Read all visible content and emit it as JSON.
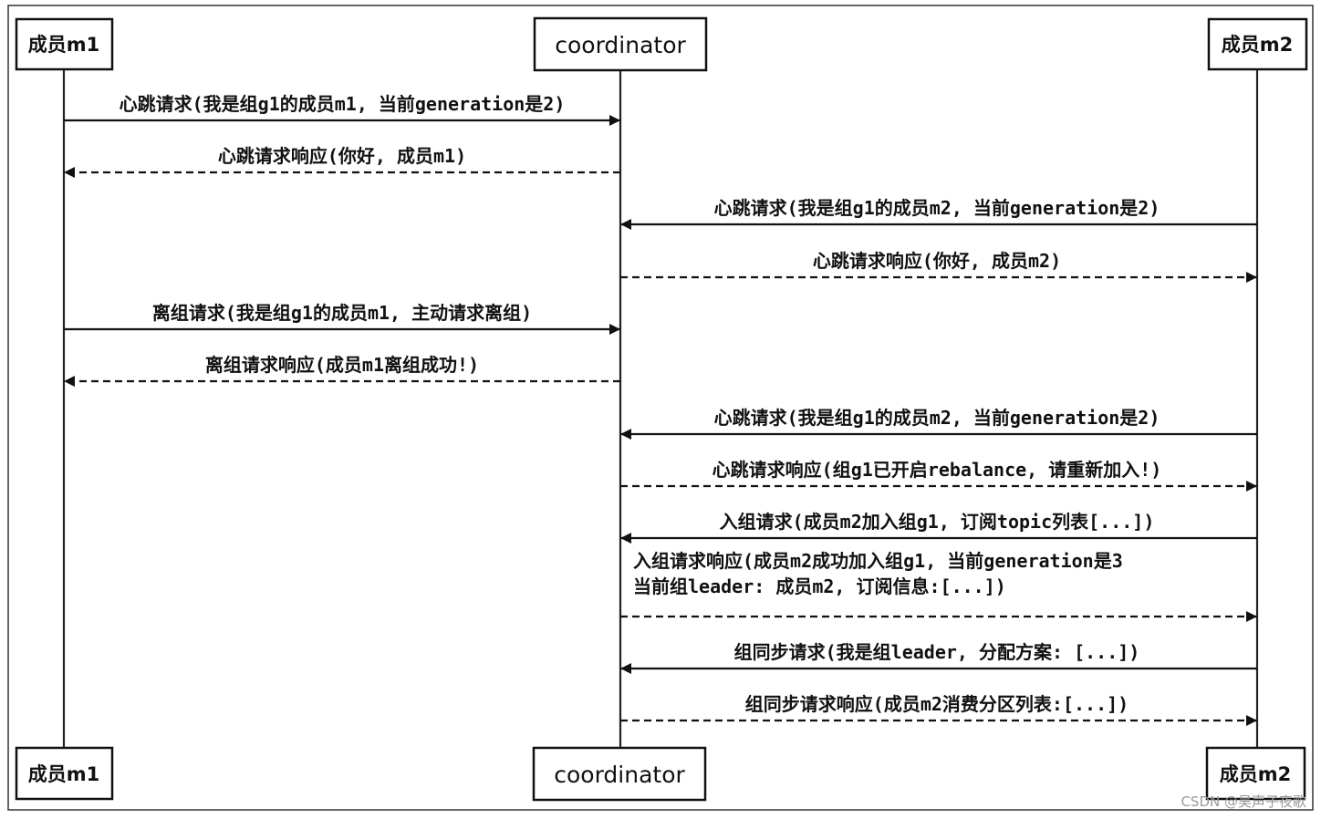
{
  "participants": {
    "m1": "成员m1",
    "coordinator": "coordinator",
    "m2": "成员m2"
  },
  "messages": [
    {
      "from": "m1",
      "to": "coordinator",
      "style": "solid",
      "lines": [
        "心跳请求(我是组g1的成员m1, 当前generation是2)"
      ]
    },
    {
      "from": "coordinator",
      "to": "m1",
      "style": "dashed",
      "lines": [
        "心跳请求响应(你好, 成员m1)"
      ]
    },
    {
      "from": "m2",
      "to": "coordinator",
      "style": "solid",
      "lines": [
        "心跳请求(我是组g1的成员m2, 当前generation是2)"
      ]
    },
    {
      "from": "coordinator",
      "to": "m2",
      "style": "dashed",
      "lines": [
        "心跳请求响应(你好, 成员m2)"
      ]
    },
    {
      "from": "m1",
      "to": "coordinator",
      "style": "solid",
      "lines": [
        "离组请求(我是组g1的成员m1, 主动请求离组)"
      ]
    },
    {
      "from": "coordinator",
      "to": "m1",
      "style": "dashed",
      "lines": [
        "离组请求响应(成员m1离组成功!)"
      ]
    },
    {
      "from": "m2",
      "to": "coordinator",
      "style": "solid",
      "lines": [
        "心跳请求(我是组g1的成员m2, 当前generation是2)"
      ]
    },
    {
      "from": "coordinator",
      "to": "m2",
      "style": "dashed",
      "lines": [
        "心跳请求响应(组g1已开启rebalance, 请重新加入!)"
      ]
    },
    {
      "from": "m2",
      "to": "coordinator",
      "style": "solid",
      "lines": [
        "入组请求(成员m2加入组g1, 订阅topic列表[...])"
      ]
    },
    {
      "from": "coordinator",
      "to": "m2",
      "style": "dashed",
      "lines": [
        "入组请求响应(成员m2成功加入组g1, 当前generation是3",
        "当前组leader: 成员m2, 订阅信息:[...])"
      ]
    },
    {
      "from": "m2",
      "to": "coordinator",
      "style": "solid",
      "lines": [
        "组同步请求(我是组leader, 分配方案: [...])"
      ]
    },
    {
      "from": "coordinator",
      "to": "m2",
      "style": "dashed",
      "lines": [
        "组同步请求响应(成员m2消费分区列表:[...])"
      ]
    }
  ],
  "watermark": "CSDN @吴声子夜歌"
}
